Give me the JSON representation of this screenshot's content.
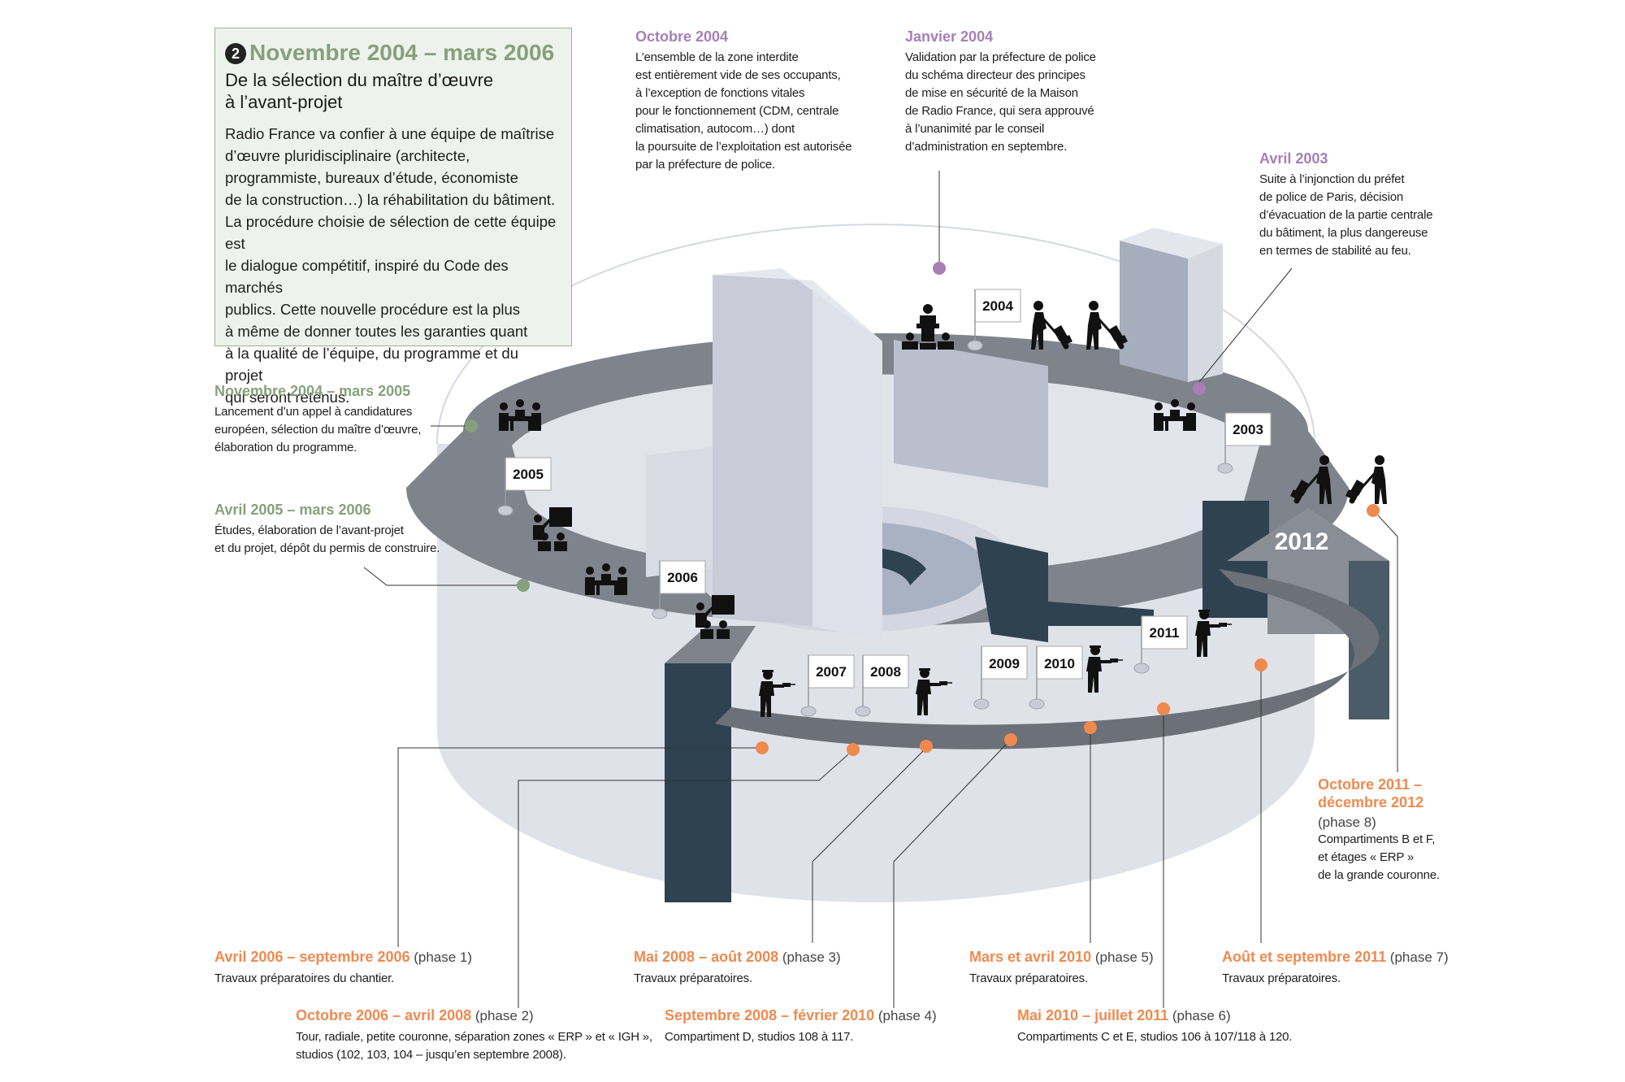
{
  "intro": {
    "number": "2",
    "title": "Novembre 2004 – mars 2006",
    "subtitle": "De la sélection du maître d’œuvre\nà l’avant-projet",
    "body": "Radio France va confier à une équipe de maîtrise\nd’œuvre pluridisciplinaire (architecte,\nprogrammiste, bureaux d’étude, économiste\nde la construction…) la réhabilitation du bâtiment.\nLa procédure choisie de sélection de cette équipe est\nle dialogue compétitif, inspiré du Code des marchés\npublics. Cette nouvelle procédure est la plus\nà même de donner toutes les garanties quant\nà la qualité de l’équipe, du programme et du projet\nqui seront retenus."
  },
  "events_top": [
    {
      "id": "oct2004",
      "title": "Octobre 2004",
      "body": "L’ensemble de la zone interdite\nest entièrement vide de ses occupants,\nà l’exception de fonctions vitales\npour le fonctionnement (CDM, centrale\nclimatisation, autocom…) dont\nla poursuite de l’exploitation est autorisée\npar la préfecture de police."
    },
    {
      "id": "jan2004",
      "title": "Janvier 2004",
      "body": "Validation par la préfecture de police\ndu schéma directeur des principes\nde mise en sécurité de la Maison\nde Radio France, qui sera approuvé\nà l’unanimité par le conseil\nd’administration en septembre."
    },
    {
      "id": "apr2003",
      "title": "Avril 2003",
      "body": "Suite à l’injonction du préfet\nde police de Paris, décision\nd’évacuation de la partie centrale\ndu bâtiment, la plus dangereuse\nen termes de stabilité au feu."
    }
  ],
  "events_left": [
    {
      "id": "nov2004",
      "title": "Novembre 2004 – mars 2005",
      "body": "Lancement  d’un appel à candidatures\neuropéen, sélection du maître d’œuvre,\nélaboration du programme."
    },
    {
      "id": "apr2005",
      "title": "Avril 2005 – mars 2006",
      "body": "Études, élaboration de l’avant-projet\net du projet, dépôt du permis de construire."
    }
  ],
  "phases": [
    {
      "id": "p1",
      "title": "Avril 2006 – septembre 2006",
      "phase": " (phase 1)",
      "body": "Travaux préparatoires du chantier."
    },
    {
      "id": "p2",
      "title": "Octobre  2006 – avril 2008",
      "phase": " (phase 2)",
      "body": "Tour, radiale, petite couronne, séparation zones « ERP » et « IGH »,\nstudios (102, 103, 104 – jusqu’en septembre 2008)."
    },
    {
      "id": "p3",
      "title": "Mai 2008 – août 2008",
      "phase": " (phase 3)",
      "body": "Travaux préparatoires."
    },
    {
      "id": "p4",
      "title": "Septembre 2008 – février 2010",
      "phase": " (phase 4)",
      "body": "Compartiment D, studios 108 à 117."
    },
    {
      "id": "p5",
      "title": "Mars et avril 2010",
      "phase": " (phase 5)",
      "body": "Travaux préparatoires."
    },
    {
      "id": "p6",
      "title": "Mai 2010 – juillet 2011",
      "phase": " (phase 6)",
      "body": "Compartiments C et E, studios 106 à 107/118 à 120."
    },
    {
      "id": "p7",
      "title": "Août et septembre 2011",
      "phase": " (phase 7)",
      "body": "Travaux préparatoires."
    },
    {
      "id": "p8",
      "title": "Octobre 2011 –\ndécembre 2012",
      "phase": "(phase 8)",
      "body": "Compartiments B et F,\net étages « ERP »\nde la grande couronne."
    }
  ],
  "years": [
    "2003",
    "2004",
    "2005",
    "2006",
    "2007",
    "2008",
    "2009",
    "2010",
    "2011",
    "2012"
  ],
  "colors": {
    "purple": "#a77fb6",
    "green": "#86a07c",
    "orange": "#ef8a4f",
    "track": "#7c8088",
    "wall": "#e0e2ea",
    "dark": "#2e4250",
    "tower": "#c9ccd8"
  },
  "icons": [
    "meeting-icon",
    "lectern-icon",
    "presenter-icon",
    "mover-icon",
    "worker-drill-icon",
    "flag-icon",
    "arrow-icon"
  ]
}
